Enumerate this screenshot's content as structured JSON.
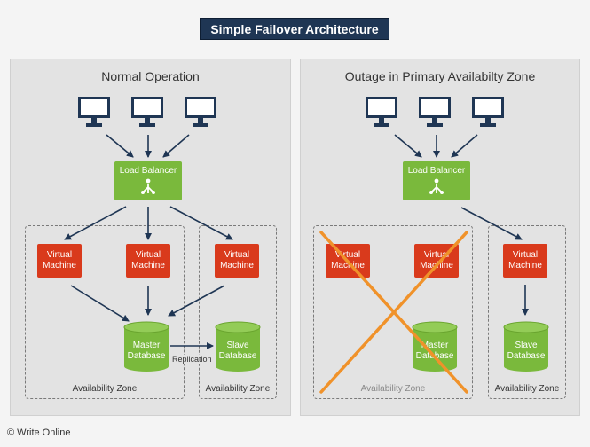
{
  "title": "Simple Failover Architecture",
  "panels": {
    "normal": {
      "title": "Normal Operation"
    },
    "outage": {
      "title": "Outage in Primary Availabilty Zone"
    }
  },
  "load_balancer_label": "Load Balancer",
  "vm_label": "Virtual Machine",
  "master_db_label": "Master Database",
  "slave_db_label": "Slave Database",
  "replication_label": "Replication",
  "availability_zone_label": "Availability Zone",
  "copyright": "© Write Online",
  "colors": {
    "title_bg": "#1f3654",
    "load_balancer": "#7ab93c",
    "vm": "#d93a1c",
    "database": "#7ab93c",
    "monitor": "#1f3654",
    "failure_cross": "#f0922a"
  }
}
